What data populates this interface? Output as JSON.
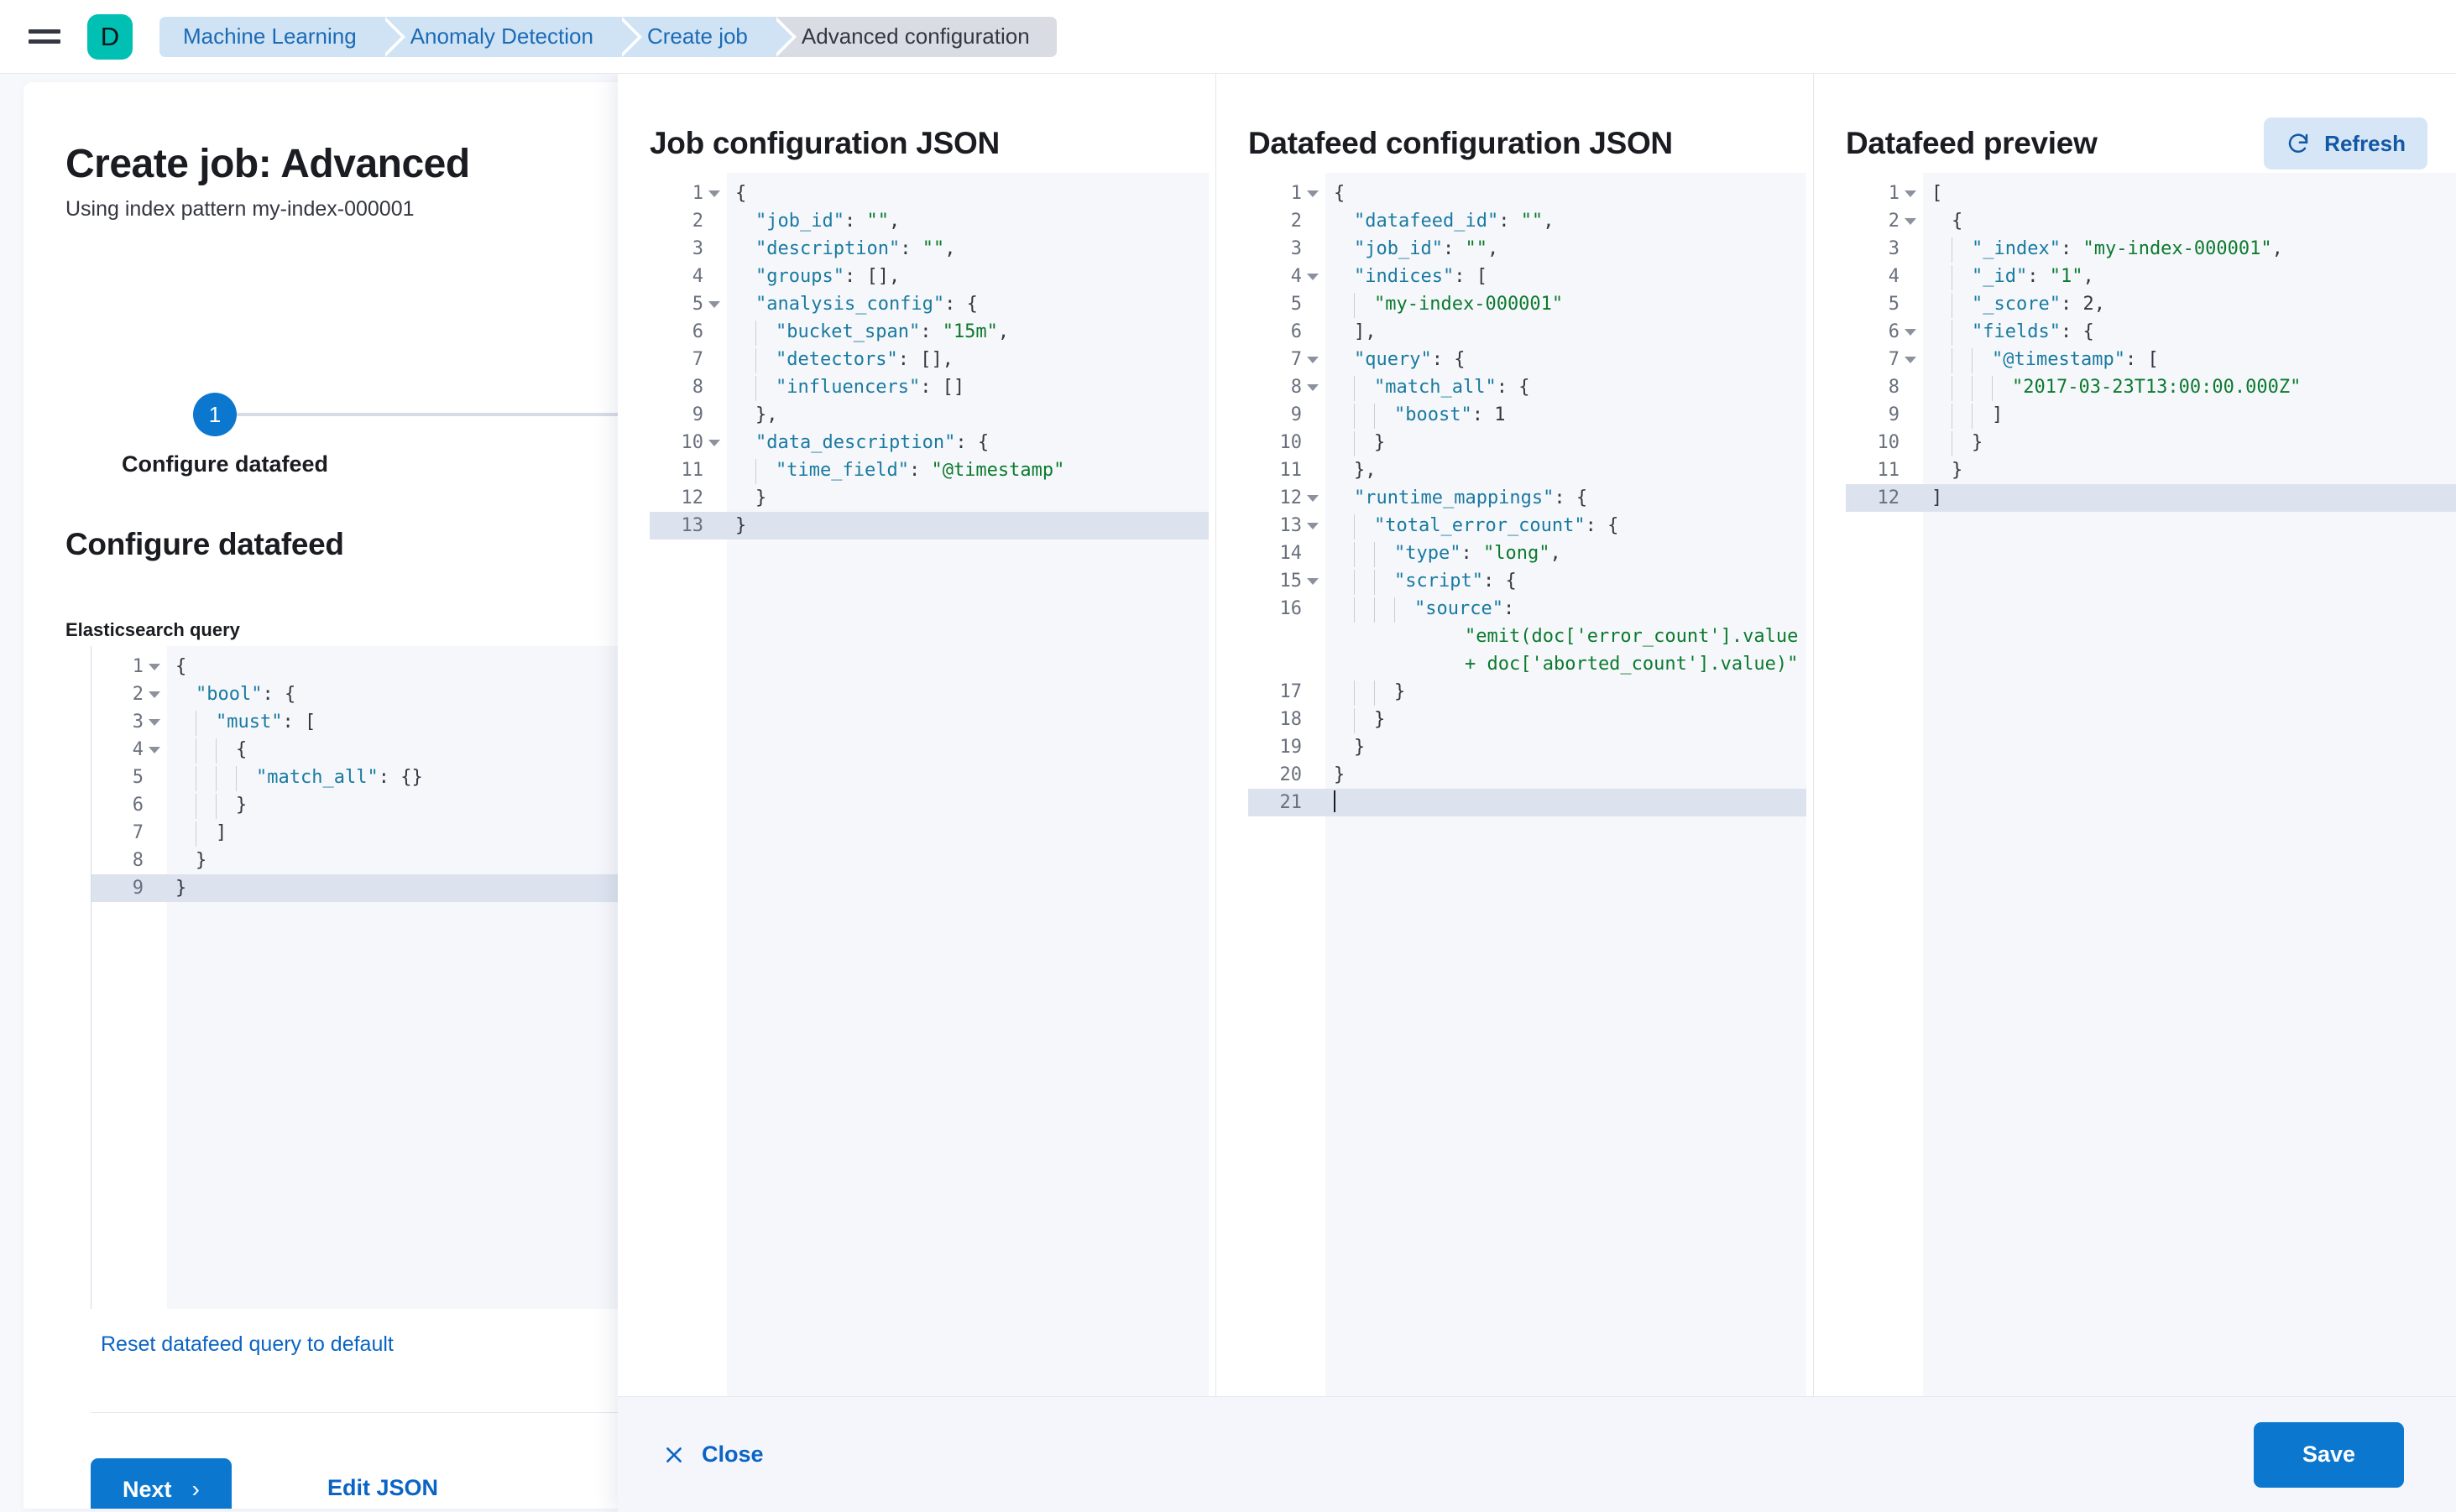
{
  "header": {
    "menu_icon": "hamburger-menu-icon",
    "logo_letter": "D",
    "breadcrumbs": [
      {
        "label": "Machine Learning",
        "active": false
      },
      {
        "label": "Anomaly Detection",
        "active": false
      },
      {
        "label": "Create job",
        "active": false
      },
      {
        "label": "Advanced configuration",
        "active": true
      }
    ]
  },
  "left": {
    "title": "Create job: Advanced",
    "subtitle": "Using index pattern my-index-000001",
    "step_number": "1",
    "step_label": "Configure datafeed",
    "section_title": "Configure datafeed",
    "field_label": "Elasticsearch query",
    "reset_link": "Reset datafeed query to default",
    "next_label": "Next",
    "next_chevron": "›",
    "edit_json_label": "Edit JSON",
    "query_editor": {
      "lines": [
        {
          "n": "1",
          "fold": true,
          "text": "{"
        },
        {
          "n": "2",
          "fold": true,
          "text": "  \"bool\": {"
        },
        {
          "n": "3",
          "fold": true,
          "text": "    \"must\": ["
        },
        {
          "n": "4",
          "fold": true,
          "text": "      {"
        },
        {
          "n": "5",
          "fold": false,
          "text": "        \"match_all\": {}"
        },
        {
          "n": "6",
          "fold": false,
          "text": "      }"
        },
        {
          "n": "7",
          "fold": false,
          "text": "    ]"
        },
        {
          "n": "8",
          "fold": false,
          "text": "  }"
        },
        {
          "n": "9",
          "fold": false,
          "text": "}",
          "current": true
        }
      ]
    }
  },
  "flyout": {
    "panels": [
      {
        "title": "Job configuration JSON",
        "lines": [
          {
            "n": "1",
            "fold": true,
            "text": "{"
          },
          {
            "n": "2",
            "fold": false,
            "text": "  \"job_id\": \"\","
          },
          {
            "n": "3",
            "fold": false,
            "text": "  \"description\": \"\","
          },
          {
            "n": "4",
            "fold": false,
            "text": "  \"groups\": [],"
          },
          {
            "n": "5",
            "fold": true,
            "text": "  \"analysis_config\": {"
          },
          {
            "n": "6",
            "fold": false,
            "text": "    \"bucket_span\": \"15m\","
          },
          {
            "n": "7",
            "fold": false,
            "text": "    \"detectors\": [],"
          },
          {
            "n": "8",
            "fold": false,
            "text": "    \"influencers\": []"
          },
          {
            "n": "9",
            "fold": false,
            "text": "  },"
          },
          {
            "n": "10",
            "fold": true,
            "text": "  \"data_description\": {"
          },
          {
            "n": "11",
            "fold": false,
            "text": "    \"time_field\": \"@timestamp\""
          },
          {
            "n": "12",
            "fold": false,
            "text": "  }"
          },
          {
            "n": "13",
            "fold": false,
            "text": "}",
            "current": true
          }
        ]
      },
      {
        "title": "Datafeed configuration JSON",
        "lines": [
          {
            "n": "1",
            "fold": true,
            "text": "{"
          },
          {
            "n": "2",
            "fold": false,
            "text": "  \"datafeed_id\": \"\","
          },
          {
            "n": "3",
            "fold": false,
            "text": "  \"job_id\": \"\","
          },
          {
            "n": "4",
            "fold": true,
            "text": "  \"indices\": ["
          },
          {
            "n": "5",
            "fold": false,
            "text": "    \"my-index-000001\""
          },
          {
            "n": "6",
            "fold": false,
            "text": "  ],"
          },
          {
            "n": "7",
            "fold": true,
            "text": "  \"query\": {"
          },
          {
            "n": "8",
            "fold": true,
            "text": "    \"match_all\": {"
          },
          {
            "n": "9",
            "fold": false,
            "text": "      \"boost\": 1"
          },
          {
            "n": "10",
            "fold": false,
            "text": "    }"
          },
          {
            "n": "11",
            "fold": false,
            "text": "  },"
          },
          {
            "n": "12",
            "fold": true,
            "text": "  \"runtime_mappings\": {"
          },
          {
            "n": "13",
            "fold": true,
            "text": "    \"total_error_count\": {"
          },
          {
            "n": "14",
            "fold": false,
            "text": "      \"type\": \"long\","
          },
          {
            "n": "15",
            "fold": true,
            "text": "      \"script\": {"
          },
          {
            "n": "16",
            "fold": false,
            "text": "        \"source\": \"emit(doc['error_count'].value + doc['aborted_count'].value)\""
          },
          {
            "n": "17",
            "fold": false,
            "text": "      }"
          },
          {
            "n": "18",
            "fold": false,
            "text": "    }"
          },
          {
            "n": "19",
            "fold": false,
            "text": "  }"
          },
          {
            "n": "20",
            "fold": false,
            "text": "}"
          },
          {
            "n": "21",
            "fold": false,
            "text": "",
            "current": true,
            "caret": true
          }
        ]
      },
      {
        "title": "Datafeed preview",
        "refresh_label": "Refresh",
        "refresh_icon": "refresh-icon",
        "lines": [
          {
            "n": "1",
            "fold": true,
            "text": "["
          },
          {
            "n": "2",
            "fold": true,
            "text": "  {"
          },
          {
            "n": "3",
            "fold": false,
            "text": "    \"_index\": \"my-index-000001\","
          },
          {
            "n": "4",
            "fold": false,
            "text": "    \"_id\": \"1\","
          },
          {
            "n": "5",
            "fold": false,
            "text": "    \"_score\": 2,"
          },
          {
            "n": "6",
            "fold": true,
            "text": "    \"fields\": {"
          },
          {
            "n": "7",
            "fold": true,
            "text": "      \"@timestamp\": ["
          },
          {
            "n": "8",
            "fold": false,
            "text": "        \"2017-03-23T13:00:00.000Z\""
          },
          {
            "n": "9",
            "fold": false,
            "text": "      ]"
          },
          {
            "n": "10",
            "fold": false,
            "text": "    }"
          },
          {
            "n": "11",
            "fold": false,
            "text": "  }"
          },
          {
            "n": "12",
            "fold": false,
            "text": "]",
            "current": true
          }
        ]
      }
    ],
    "footer": {
      "close_label": "Close",
      "close_icon": "close-x-icon",
      "save_label": "Save"
    }
  },
  "colors": {
    "primary": "#0b77ce",
    "link": "#0b64c4",
    "brand_teal": "#00bfb3",
    "json_key": "#197aa0",
    "json_string": "#0b7a2e",
    "current_line": "#dde3ee"
  }
}
